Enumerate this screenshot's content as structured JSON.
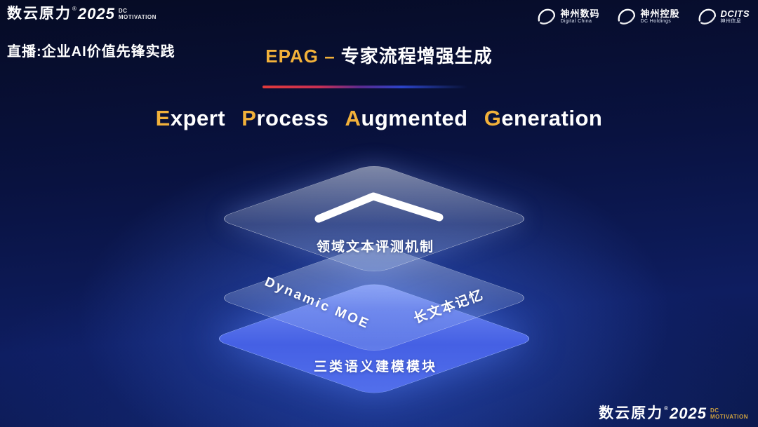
{
  "slide": {
    "live_label": "直播:企业AI价值先锋实践",
    "section_title": {
      "highlight": "EPAG –",
      "rest": "专家流程增强生成"
    }
  },
  "brand": {
    "cn": "数云原力",
    "reg": "®",
    "year": "2025",
    "dc1": "DC",
    "dc2": "MOTIVATION"
  },
  "partner_logos": [
    {
      "icon": "swoosh-icon",
      "name": "神州数码",
      "sub": "Digital China"
    },
    {
      "icon": "swoosh-icon",
      "name": "神州控股",
      "sub": "DC Holdings"
    },
    {
      "icon": "swoosh-icon",
      "name": "DCITS",
      "sub": "神州信息"
    }
  ],
  "main_title": {
    "words": [
      {
        "first": "E",
        "rest": "xpert"
      },
      {
        "first": "P",
        "rest": "rocess"
      },
      {
        "first": "A",
        "rest": "ugmented"
      },
      {
        "first": "G",
        "rest": "eneration"
      }
    ]
  },
  "diagram": {
    "type": "layer-stack",
    "layers": [
      {
        "position": "top",
        "style": "frosted-glass",
        "icon": "chevron-up-icon",
        "label": "领域文本评测机制"
      },
      {
        "position": "middle",
        "style": "frosted-glass",
        "labels": [
          "Dynamic MOE",
          "长文本记忆"
        ]
      },
      {
        "position": "bottom",
        "style": "solid-blue",
        "label": "三类语义建模模块"
      }
    ]
  },
  "footer_brand": {
    "cn": "数云原力",
    "reg": "®",
    "year": "2025",
    "dc1": "DC",
    "dc2": "MOTIVATION"
  },
  "colors": {
    "accent_gold": "#f2b13a",
    "divider_red": "#e13a3a",
    "divider_blue": "#2b43c8",
    "layer_blue": "#4a66e6",
    "background_navy": "#0a1448"
  }
}
